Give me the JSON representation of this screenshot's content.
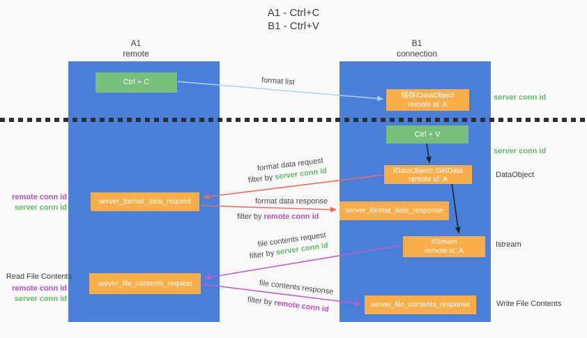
{
  "title": {
    "line1": "A1 - Ctrl+C",
    "line2": "B1 - Ctrl+V"
  },
  "columns": {
    "left": {
      "name": "A1",
      "subtitle": "remote"
    },
    "right": {
      "name": "B1",
      "subtitle": "connection"
    }
  },
  "nodes": {
    "ctrl_c": {
      "label": "Ctrl + C"
    },
    "save_idataobject": {
      "line1": "保存IDataObject",
      "line2": "remote id: A"
    },
    "ctrl_v": {
      "label": "Ctrl + V"
    },
    "getdata": {
      "line1": "IDataObject::GetData",
      "line2": "remote id: A"
    },
    "format_request": {
      "label": "server_format_data_request"
    },
    "format_response": {
      "label": "server_format_data_response"
    },
    "istream": {
      "line1": "IStream",
      "line2": "remote id: A"
    },
    "file_request": {
      "label": "server_file_contents_request"
    },
    "file_response": {
      "label": "server_file_contents_response"
    }
  },
  "side_labels": {
    "server_conn_id_top": "server conn id",
    "server_conn_id_mid": "server conn id",
    "dataobject": "DataObject",
    "istream": "Istream",
    "write_file_contents": "Write File Contents",
    "read_file_contents": "Read File Contents",
    "pair1_remote": "remote conn id",
    "pair1_server": "server conn id",
    "pair2_remote": "remote conn id",
    "pair2_server": "server conn id"
  },
  "arrow_labels": {
    "format_list": "format list",
    "format_data_request": "format data request",
    "filter_req1": {
      "prefix": "filter by ",
      "key": "server conn id"
    },
    "format_data_response": "format data response",
    "filter_resp1": {
      "prefix": "filter by ",
      "key": "remote conn id"
    },
    "file_contents_request": "file contents request",
    "filter_req2": {
      "prefix": "filter by ",
      "key": "server conn id"
    },
    "file_contents_response": "file contents response",
    "filter_resp2": {
      "prefix": "filter by ",
      "key": "remote conn id"
    }
  },
  "colors": {
    "column_blue": "#4A7FD9",
    "box_green": "#76C07C",
    "box_orange": "#F9AE4B",
    "arrow_lightblue": "#A8D4F2",
    "arrow_salmon": "#ED6A5E",
    "arrow_magenta": "#C45BC6",
    "arrow_black": "#222222",
    "text_green": "#62BB66",
    "text_purple": "#B14FC3",
    "background": "#F9F9F9"
  }
}
